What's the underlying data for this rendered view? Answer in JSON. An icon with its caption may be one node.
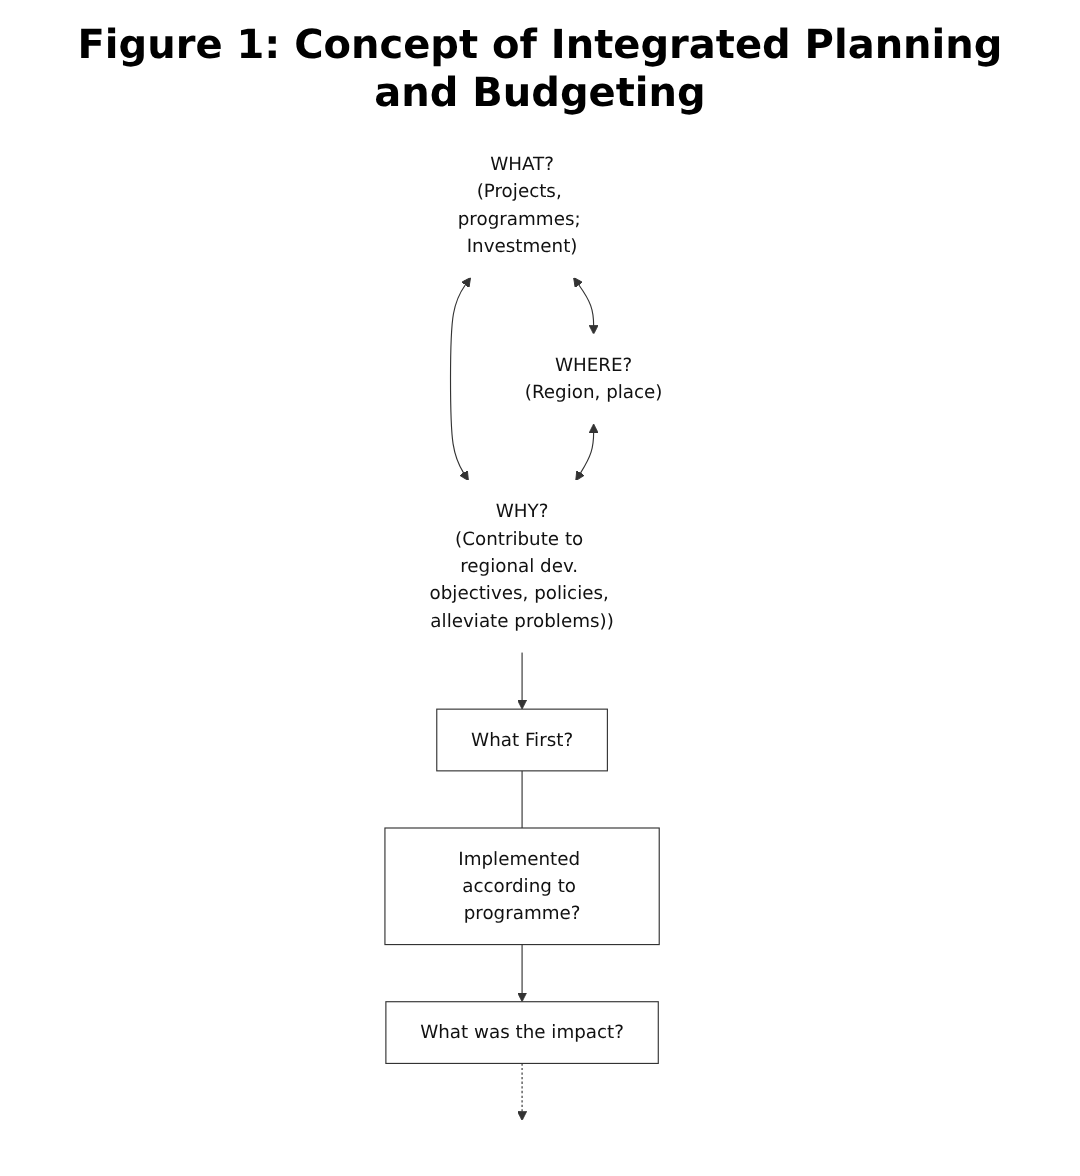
{
  "diagram": {
    "title": "Figure 1: Concept of Integrated Planning and Budgeting",
    "nodes": [
      {
        "text": [
          "WHAT?",
          "(Projects, programmes; Investment)"
        ]
      },
      {
        "text": [
          "WHERE?",
          "(Region, place)"
        ]
      },
      {
        "text": [
          "WHY?",
          "(Contribute to regional dev. objectives, policies, alleviate problems))"
        ]
      },
      {
        "text": [
          "What First?"
        ]
      },
      {
        "text": [
          "Implemented according to programme?"
        ]
      },
      {
        "text": [
          "What was the impact?"
        ]
      }
    ],
    "edges": [
      {
        "from": 0,
        "to": 1,
        "arrow": "both"
      },
      {
        "from": 0,
        "to": 2,
        "arrow": "both"
      },
      {
        "from": 1,
        "to": 2,
        "arrow": "both"
      },
      {
        "from": 2,
        "to": 3,
        "arrow": "to"
      },
      {
        "from": 3,
        "to": 4,
        "arrow": "none"
      },
      {
        "from": 4,
        "to": 5,
        "arrow": "to"
      },
      {
        "from": 5,
        "to": null,
        "arrow": "to",
        "style": "dashed"
      }
    ]
  }
}
